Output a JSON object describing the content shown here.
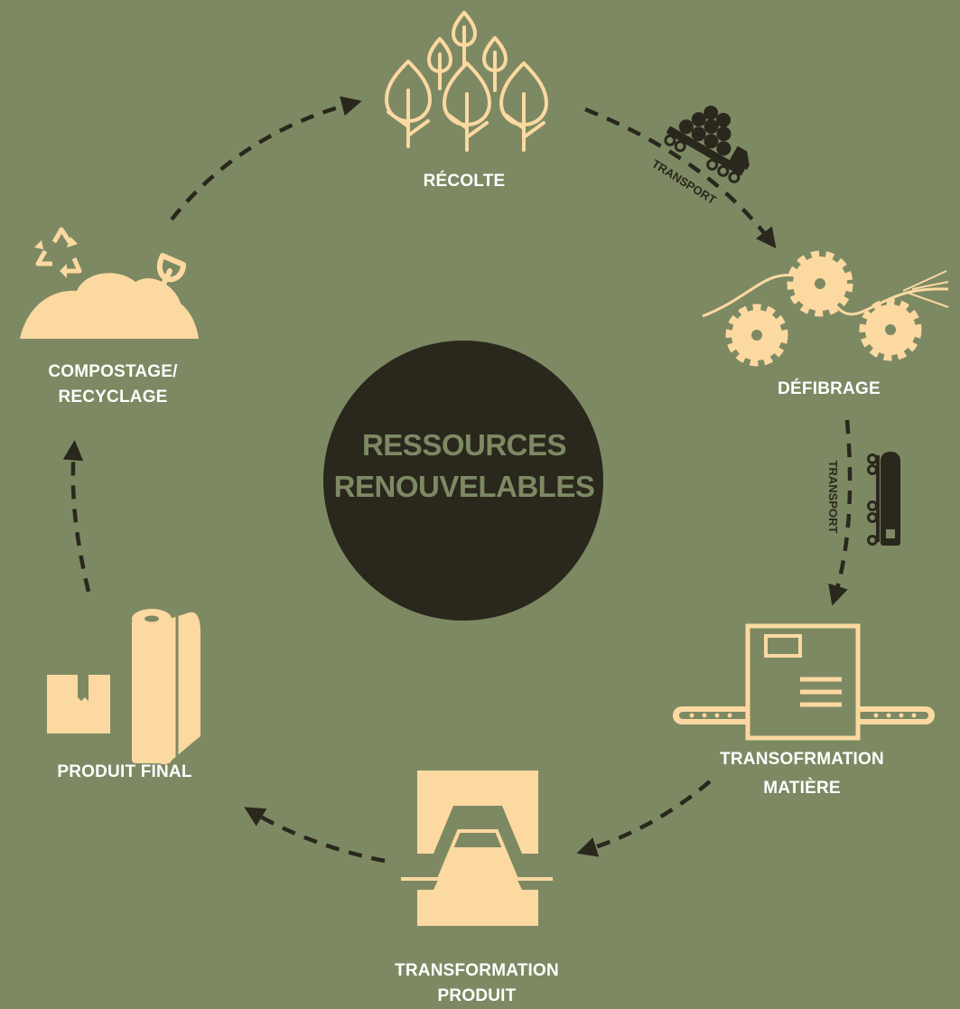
{
  "center": {
    "line1": "RESSOURCES",
    "line2": "RENOUVELABLES"
  },
  "stages": {
    "harvest": {
      "label": "RÉCOLTE",
      "icon": "trees-icon"
    },
    "defibering": {
      "label": "DÉFIBRAGE",
      "icon": "gears-icon"
    },
    "material_transformation": {
      "line1": "TRANSOFRMATION",
      "line2": "MATIÈRE",
      "icon": "conveyor-box-icon"
    },
    "product_transformation": {
      "line1": "TRANSFORMATION",
      "line2": "PRODUIT",
      "icon": "mold-press-icon"
    },
    "final_product": {
      "label": "PRODUIT FINAL",
      "icon": "box-and-roll-icon"
    },
    "composting": {
      "line1": "COMPOSTAGE/",
      "line2": "RECYCLAGE",
      "icon": "compost-recycle-icon"
    }
  },
  "transport": {
    "log_truck": "TRANSPORT",
    "tanker_truck": "TRANSPORT"
  },
  "colors": {
    "background": "#7d8963",
    "hub": "#2a271d",
    "icon": "#fcd9a1",
    "arrow": "#2a271d",
    "label": "#ffffff"
  }
}
